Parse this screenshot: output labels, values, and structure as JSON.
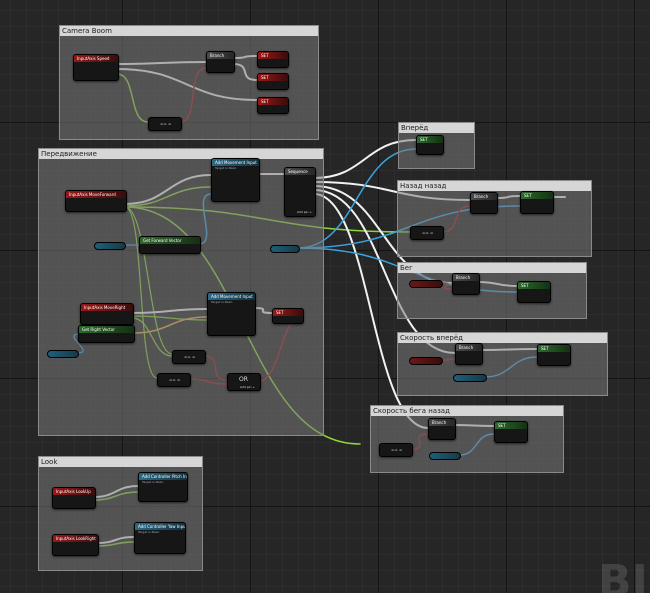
{
  "comments": {
    "top": "Camera Boom",
    "left": "Передвижение",
    "look": "Look",
    "forward": "Вперёд",
    "back": "Назад назад",
    "side": "Бег",
    "run_forward": "Скорость вперёд",
    "run_back": "Скорость бега назад"
  },
  "nodes": {
    "input_speed": "InputAxis Speed",
    "branch": "Branch",
    "set": "SET",
    "add_movement_input": "Add Movement Input",
    "target_self": "Target is Pawn",
    "sequence": "Sequence",
    "add_pin": "Add pin +",
    "get_forward_vector": "Get Forward Vector",
    "input_move_forward": "InputAxis MoveForward",
    "input_move_right": "InputAxis MoveRight",
    "get_right_vector": "Get Right Vector",
    "or": "OR",
    "input_look_up": "InputAxis LookUp",
    "input_look_right": "InputAxis LookRight",
    "add_pitch": "Add Controller Pitch Input",
    "add_yaw": "Add Controller Yaw Input",
    "target_controller": "Target is Pawn",
    "compare": "== ="
  },
  "watermark": "BI"
}
